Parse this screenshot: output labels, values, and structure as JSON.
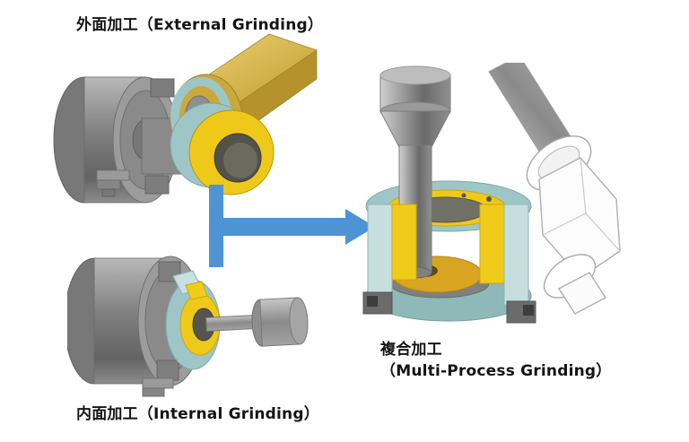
{
  "labels": {
    "external": "外面加工（External Grinding）",
    "internal": "内面加工（Internal Grinding）",
    "multi_line1": "複合加工",
    "multi_line2": "（Multi-Process Grinding）"
  },
  "colors": {
    "arrow_blue": "#4e93d4",
    "workpiece_yellow": "#eec91a",
    "workpiece_gold": "#d9a520",
    "fixture_teal": "#9fc6c6",
    "fixture_teal_cut": "#c6dede",
    "metal_gray": "#8f8f8f",
    "background": "#ffffff"
  },
  "icons": {
    "flow_arrow": "right-arrow"
  }
}
